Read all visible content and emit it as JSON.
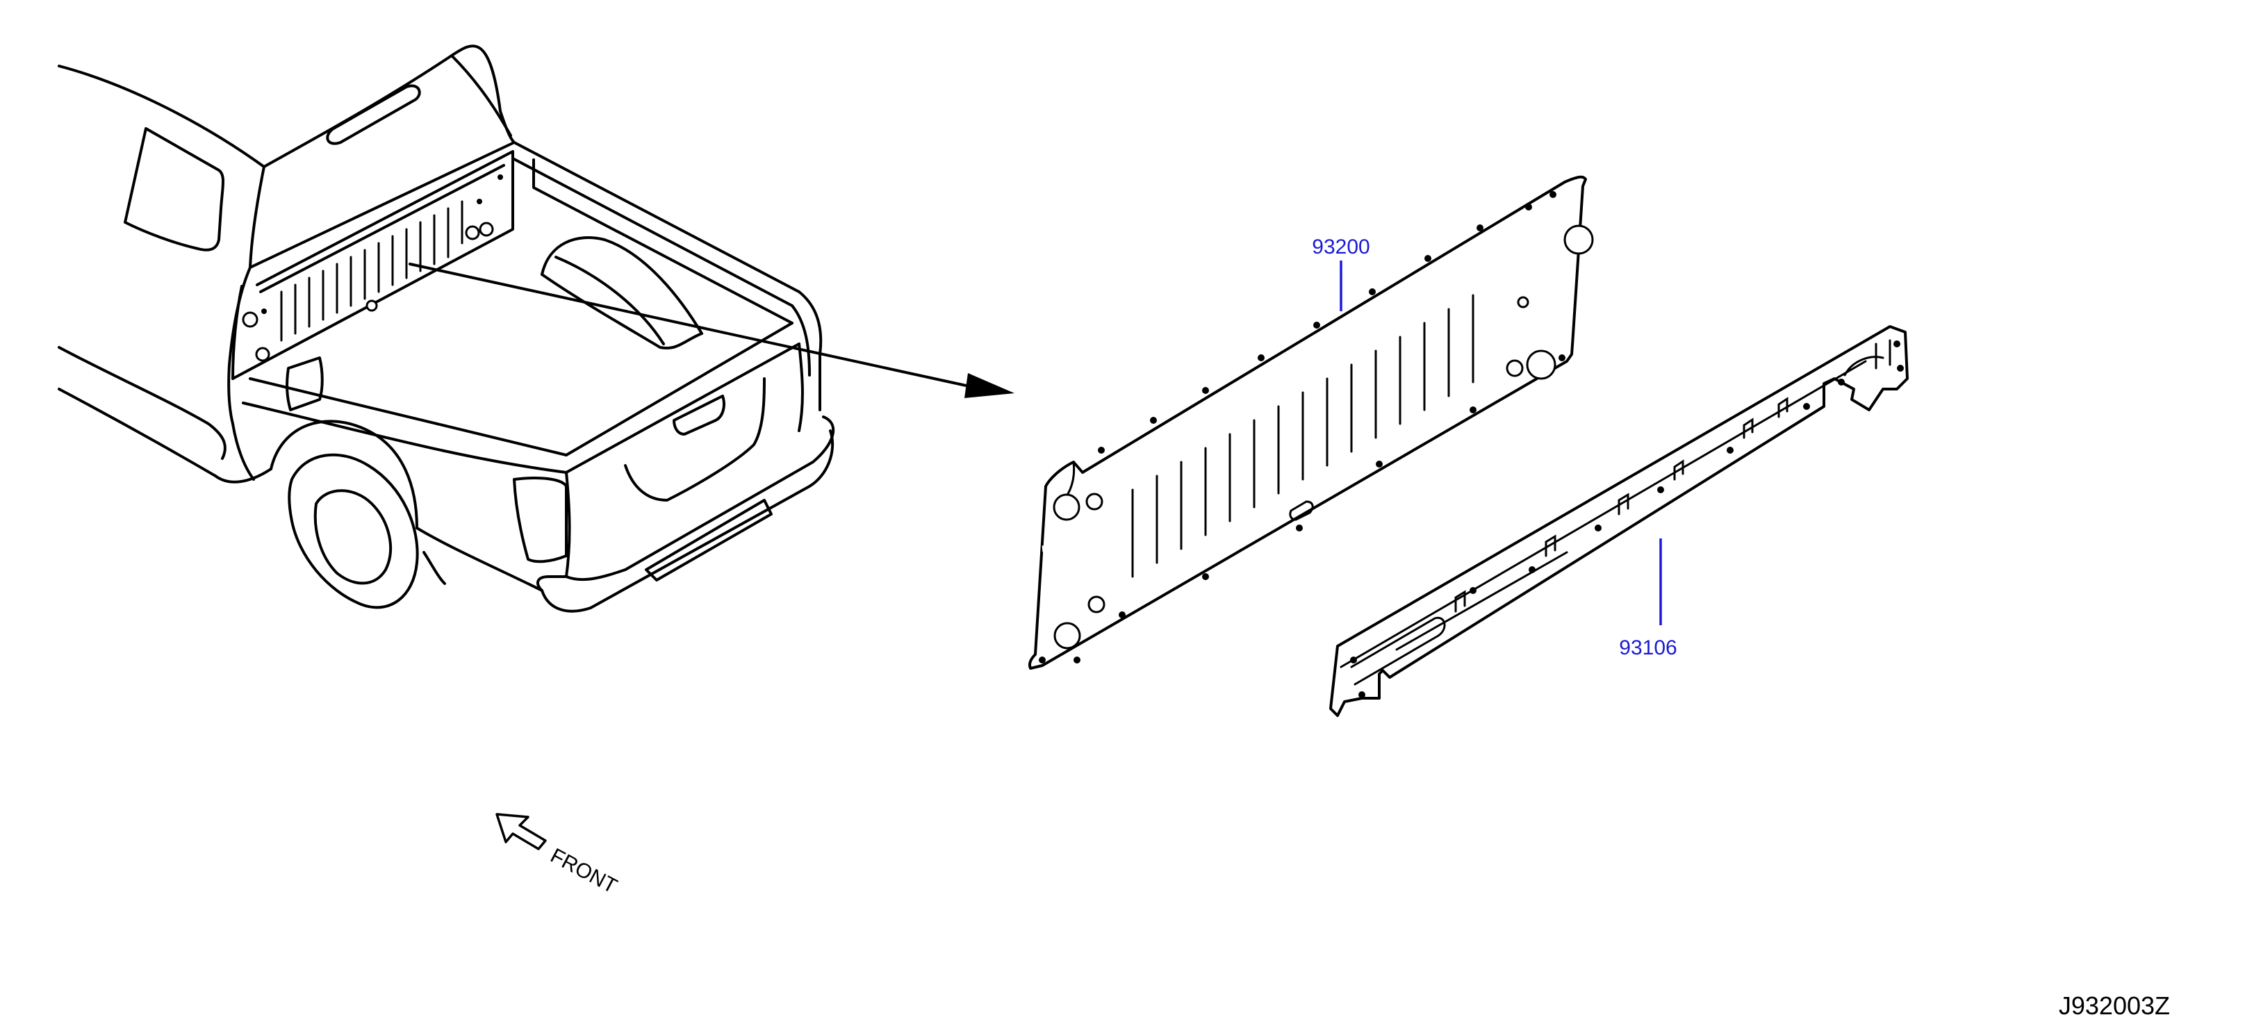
{
  "parts": [
    {
      "number": "93200",
      "name": "panel"
    },
    {
      "number": "93106",
      "name": "rail"
    }
  ],
  "direction_label": "FRONT",
  "diagram_code": "J932003Z",
  "colors": {
    "callout": "#1a1ad6",
    "line": "#000000",
    "background": "#ffffff"
  },
  "icons": [
    "front-direction-arrow-icon",
    "pointer-arrow-icon"
  ]
}
